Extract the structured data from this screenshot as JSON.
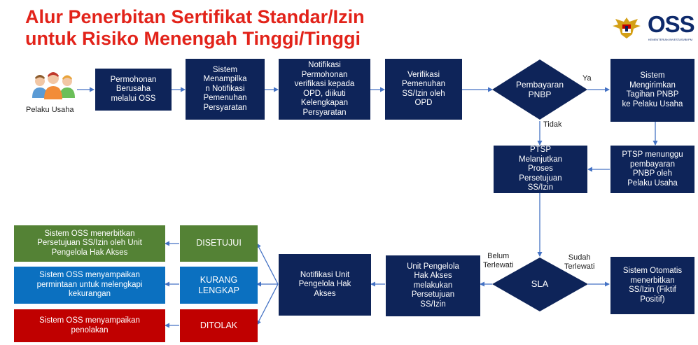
{
  "title": {
    "line1": "Alur Penerbitan Sertifikat Standar/Izin",
    "line2": "untuk Risiko Menengah Tinggi/Tinggi"
  },
  "logo": {
    "text": "OSS",
    "subtitle": "KEMENTERIAN INVESTASI/BKPM",
    "emblem_icon": "garuda-emblem-icon"
  },
  "actor": {
    "label": "Pelaku Usaha",
    "icon": "people-group-icon"
  },
  "steps": {
    "permohonan": "Permohonan\nBerusaha\nmelalui OSS",
    "menampilkan": "Sistem\nMenampilka\nn Notifikasi\nPemenuhan\nPersyaratan",
    "notifikasi_opd": "Notifikasi\nPermohonan\nverifikasi kepada\nOPD, diikuti\nKelengkapan\nPersyaratan",
    "verifikasi": "Verifikasi\nPemenuhan\nSS/Izin  oleh\nOPD",
    "tagihan": "Sistem\nMengirimkan\nTagihan PNBP\nke Pelaku  Usaha",
    "ptsp_lanjut": "PTSP\nMelanjutkan\nProses\nPersetujuan\nSS/Izin",
    "ptsp_tunggu": "PTSP menunggu\npembayaran\nPNBP  oleh\nPelaku Usaha",
    "unit_pengelola": "Unit Pengelola\nHak Akses\nmelakukan\nPersetujuan\nSS/Izin",
    "notifikasi_unit": "Notifikasi Unit\nPengelola Hak\nAkses",
    "otomatis": "Sistem Otomatis\nmenerbitkan\nSS/Izin (Fiktif\nPositif)"
  },
  "decisions": {
    "pnbp": "Pembayaran\nPNBP",
    "sla": "SLA"
  },
  "edge_labels": {
    "ya": "Ya",
    "tidak": "Tidak",
    "belum": "Belum\nTerlewati",
    "sudah": "Sudah\nTerlewati"
  },
  "results": {
    "disetujui": "DISETUJUI",
    "kurang": "KURANG\nLENGKAP",
    "ditolak": "DITOLAK"
  },
  "outcomes": {
    "disetujui": "Sistem OSS menerbitkan\nPersetujuan SS/Izin oleh Unit\nPengelola Hak Akses",
    "kurang": "Sistem OSS menyampaikan\npermintaan untuk  melengkapi\nkekurangan",
    "ditolak": "Sistem OSS menyampaikan\npenolakan"
  },
  "colors": {
    "title": "#e2231a",
    "box": "#0e2459",
    "connector": "#4472c4",
    "green": "#548235",
    "blue": "#0b70c0",
    "red": "#c00000"
  }
}
